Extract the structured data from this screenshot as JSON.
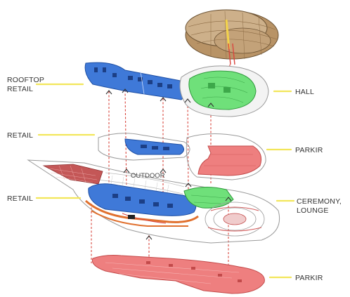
{
  "labels": {
    "rooftop_retail_1": "ROOFTOP",
    "rooftop_retail_2": "RETAIL",
    "retail_upper": "RETAIL",
    "retail_lower": "RETAIL",
    "outdoor": "OUTDOOR",
    "hall": "HALL",
    "parkir_upper": "PARKIR",
    "ceremony_1": "CEREMONY,",
    "ceremony_2": "LOUNGE",
    "parkir_lower": "PARKIR"
  },
  "colors": {
    "retail_blue": "#3f79d8",
    "hall_green": "#6fe07a",
    "parkir_red": "#ee7f7f",
    "roof_tan": "#c9a77d",
    "leader_yellow": "#f2e65a",
    "core_red": "#d9463e"
  },
  "icons": {
    "roof": "shell-roof",
    "arrows": "up-arrow-chevron"
  }
}
